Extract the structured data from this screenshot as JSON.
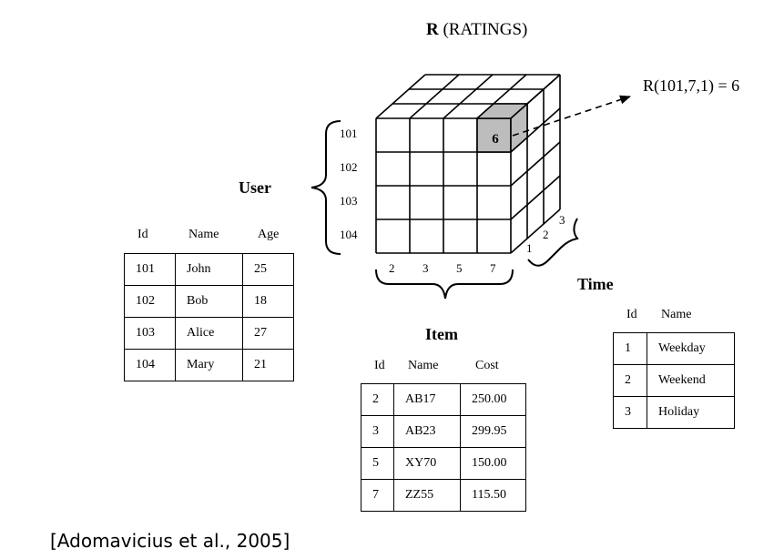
{
  "title": {
    "bold": "R",
    "rest": " (RATINGS)"
  },
  "annotation": "R(101,7,1) = 6",
  "highlight_value": "6",
  "user": {
    "label": "User",
    "axis_ticks": [
      "101",
      "102",
      "103",
      "104"
    ],
    "headers": [
      "Id",
      "Name",
      "Age"
    ],
    "rows": [
      [
        "101",
        "John",
        "25"
      ],
      [
        "102",
        "Bob",
        "18"
      ],
      [
        "103",
        "Alice",
        "27"
      ],
      [
        "104",
        "Mary",
        "21"
      ]
    ]
  },
  "item": {
    "label": "Item",
    "axis_ticks": [
      "2",
      "3",
      "5",
      "7"
    ],
    "headers": [
      "Id",
      "Name",
      "Cost"
    ],
    "rows": [
      [
        "2",
        "AB17",
        "250.00"
      ],
      [
        "3",
        "AB23",
        "299.95"
      ],
      [
        "5",
        "XY70",
        "150.00"
      ],
      [
        "7",
        "ZZ55",
        "115.50"
      ]
    ]
  },
  "time": {
    "label": "Time",
    "axis_ticks": [
      "1",
      "2",
      "3"
    ],
    "headers": [
      "Id",
      "Name"
    ],
    "rows": [
      [
        "1",
        "Weekday"
      ],
      [
        "2",
        "Weekend"
      ],
      [
        "3",
        "Holiday"
      ]
    ]
  },
  "citation": "[Adomavicius et al., 2005]",
  "colors": {
    "highlight": "#bdbdbd",
    "line": "#000000"
  }
}
